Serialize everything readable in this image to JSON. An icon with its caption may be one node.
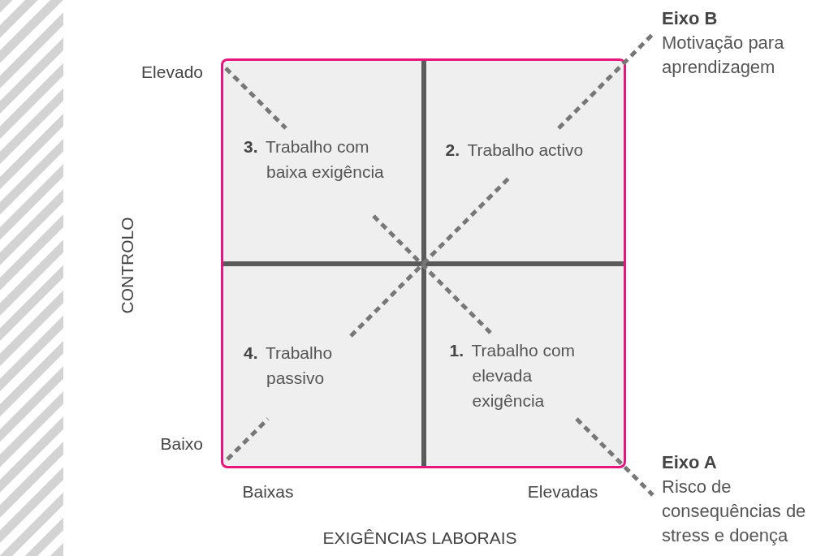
{
  "diagram": {
    "nodes": [
      {
        "text": [],
        "shape": "box"
      },
      {
        "text": [
          "**3.** Trabalho com baixa exigência"
        ],
        "in": 0
      },
      {
        "text": [
          "**2.** Trabalho activo"
        ],
        "in": 0
      },
      {
        "text": [
          "**4.** Trabalho passivo"
        ],
        "in": 0
      },
      {
        "text": [
          "**1.** Trabalho com elevada exigência"
        ],
        "in": 0
      }
    ],
    "labels": [
      "Eixo B",
      "Motivação para aprendizagem",
      "Elevado",
      "CONTROLO",
      "Baixo",
      "Eixo A",
      "Risco de consequências de stress e doença",
      "Baixas",
      "Elevadas",
      "EXIGÊNCIAS LABORAIS"
    ]
  }
}
